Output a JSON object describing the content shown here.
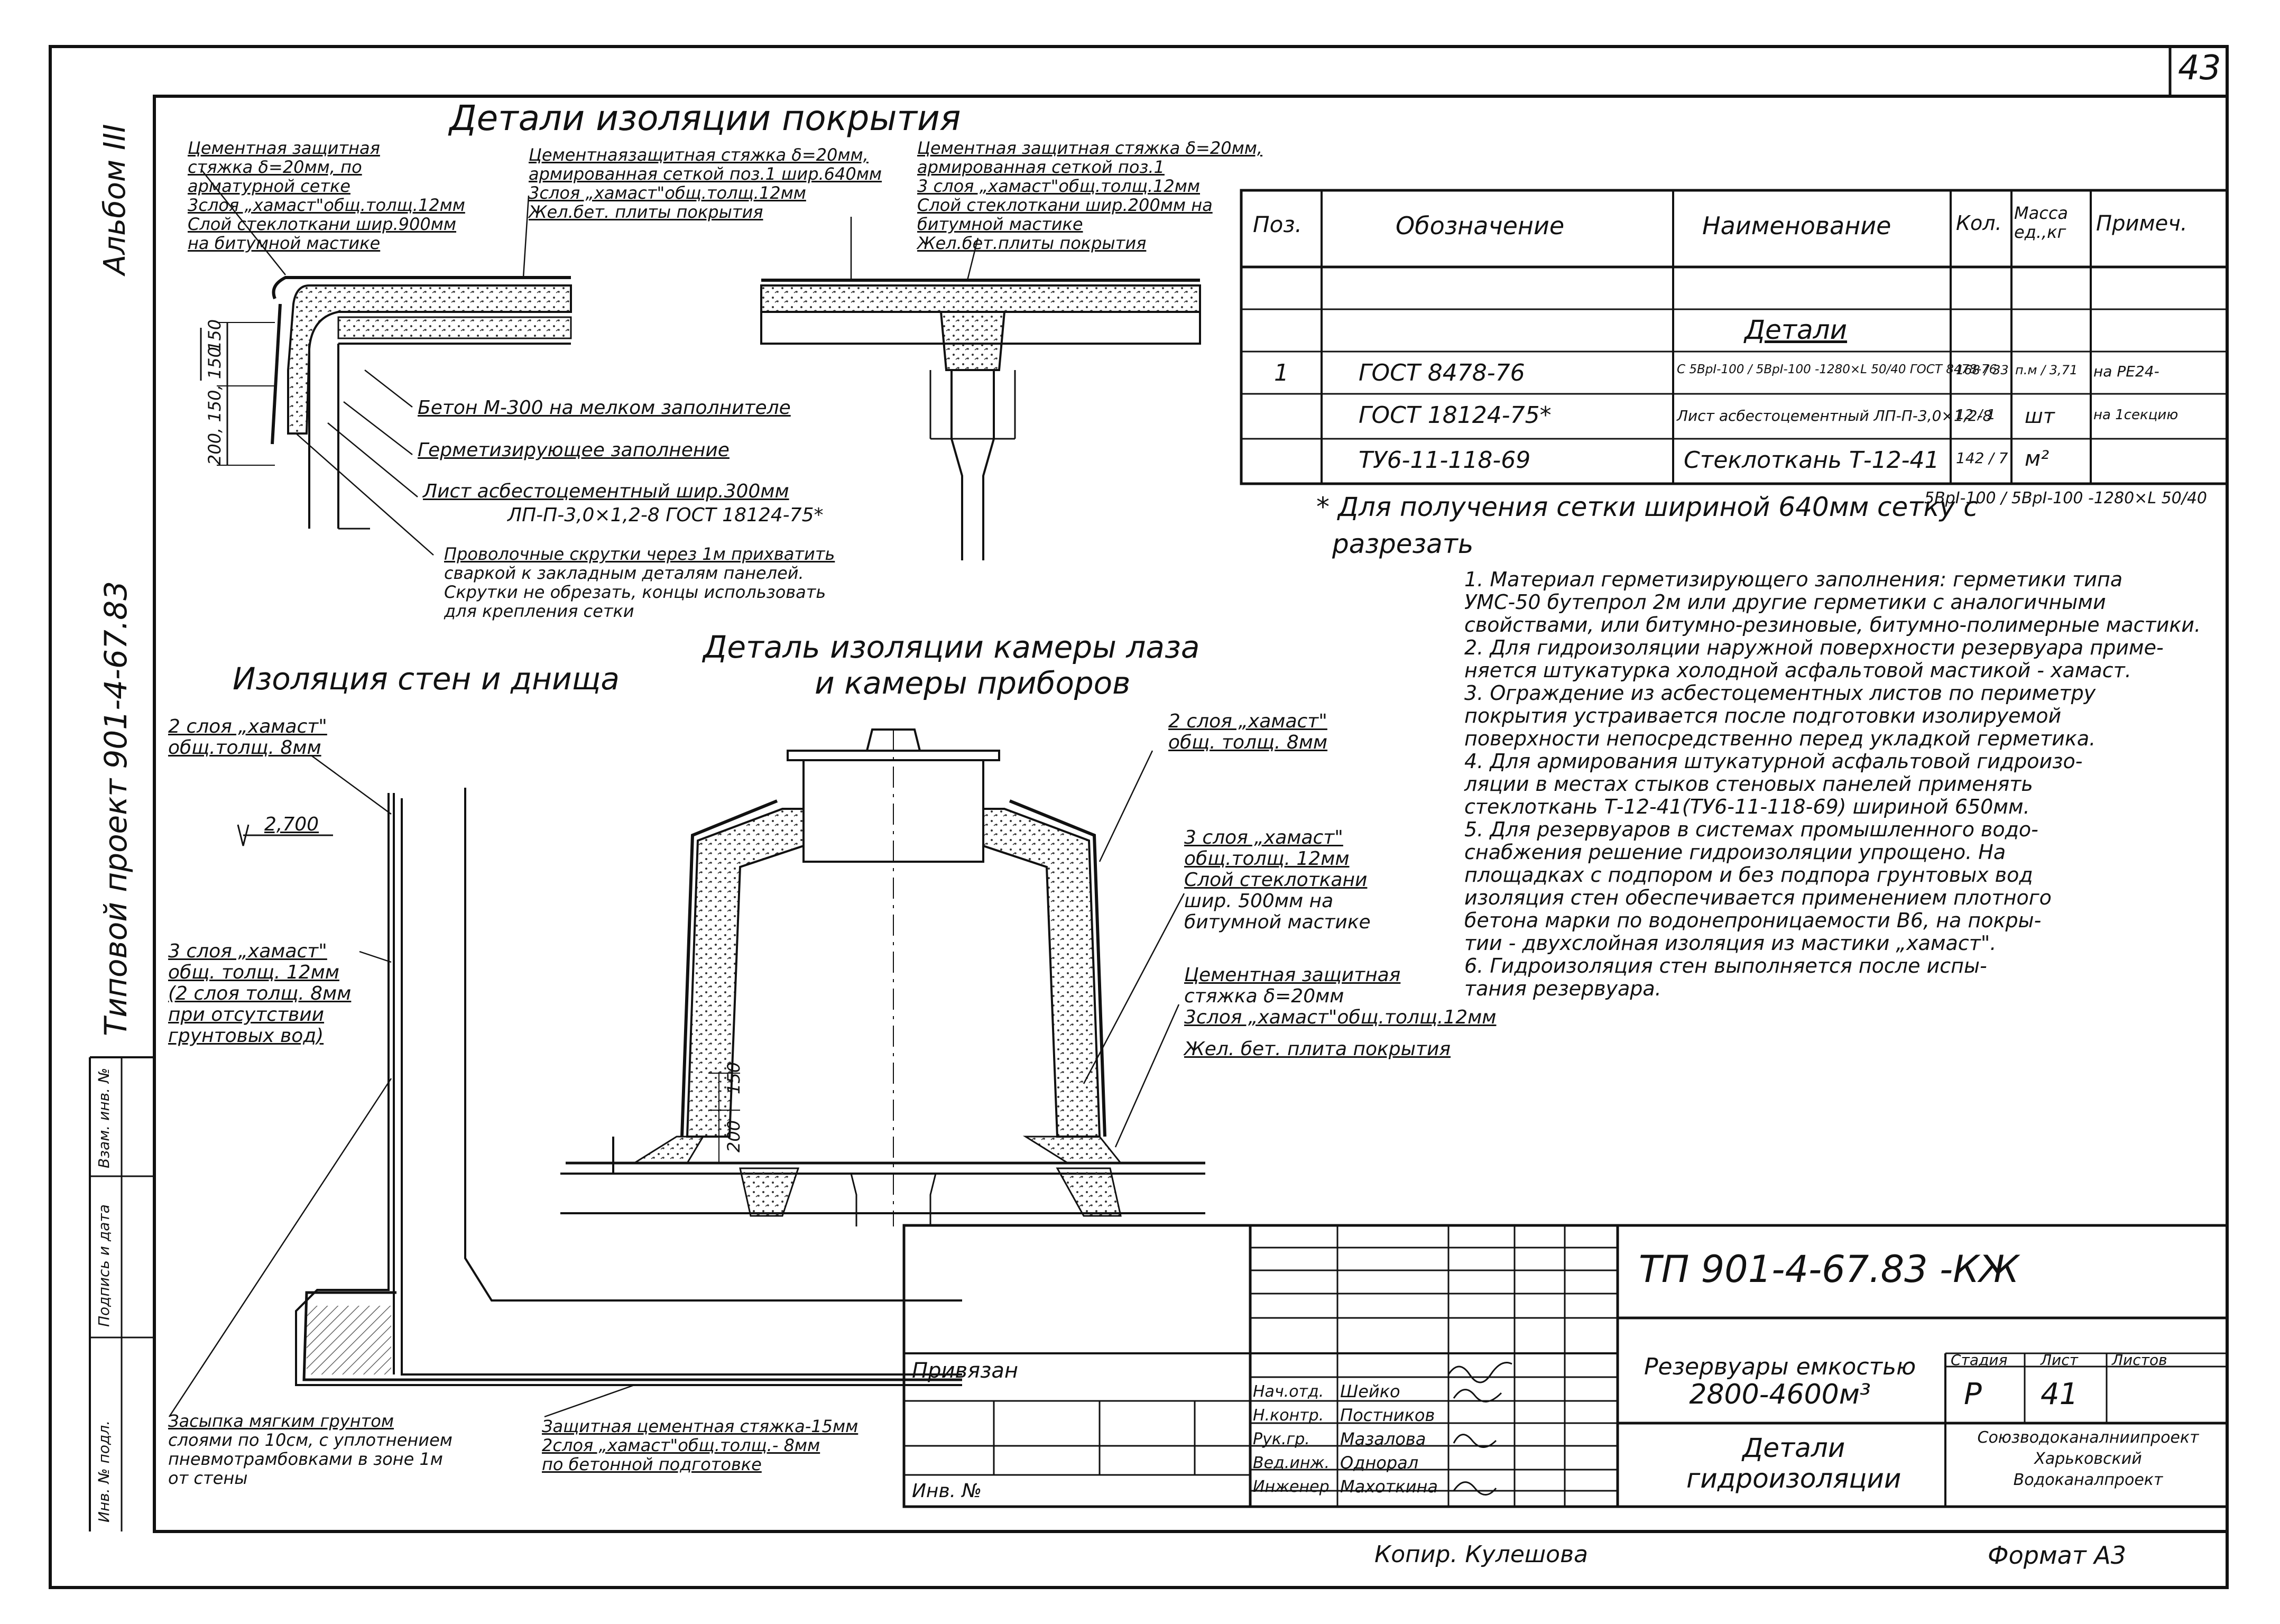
{
  "page_number": "43",
  "side": {
    "album": "Альбом III",
    "project": "Типовой проект 901-4-67.83",
    "stamps": [
      "Инв. № подл.",
      "Подпись и дата",
      "Взам. инв. №"
    ]
  },
  "roof": {
    "title": "Детали изоляции покрытия",
    "left_callout": [
      "Цементная защитная",
      "стяжка δ=20мм, по",
      "арматурной сетке",
      "3слоя „хамаст\"общ.толщ.12мм",
      "Слой стеклоткани шир.900мм",
      "на битумной мастике"
    ],
    "mid_callout": [
      "Цементнаязащитная стяжка δ=20мм,",
      "армированная сеткой поз.1 шир.640мм",
      "3слоя „хамаст\"общ.толщ.12мм",
      "Жел.бет. плиты покрытия"
    ],
    "right_callout": [
      "Цементная защитная стяжка δ=20мм,",
      "армированная сеткой поз.1",
      "3 слоя „хамаст\"общ.толщ.12мм",
      "Слой стеклоткани шир.200мм на",
      "битумной мастике",
      "Жел.бет.плиты покрытия"
    ],
    "dims": [
      "150",
      "200, 150, 150"
    ],
    "leaders": [
      "Бетон М-300 на мелком заполнителе",
      "Герметизирующее заполнение",
      "Лист асбестоцементный шир.300мм",
      "ЛП-П-3,0×1,2-8 ГОСТ 18124-75*",
      "Проволочные скрутки через 1м прихватить",
      "сваркой к закладным деталям панелей.",
      "Скрутки не обрезать, концы использовать",
      "для крепления сетки"
    ]
  },
  "spec_table": {
    "headers": [
      "Поз.",
      "Обозначение",
      "Наименование",
      "Кол.",
      "Масса ед.,кг",
      "Примеч."
    ],
    "section": "Детали",
    "rows": [
      [
        "1",
        "ГОСТ 8478-76",
        "С 5ВрI-100 / 5ВрI-100 -1280×L 50/40 ГОСТ 8478-76",
        "168 / 33",
        "п.м / 3,71",
        "на PE24-"
      ],
      [
        "",
        "ГОСТ 18124-75*",
        "Лист асбестоцементный ЛП-П-3,0×1,2-8",
        "12 / 1",
        "шт",
        "на 1секцию"
      ],
      [
        "",
        "ТУ6-11-118-69",
        "Стеклоткань Т-12-41",
        "142 / 7",
        "м²",
        ""
      ]
    ]
  },
  "footnote": [
    "* Для получения сетки шириной 640мм сетку с",
    "5ВрI-100 / 5ВрI-100 -1280×L 50/40",
    "разрезать"
  ],
  "notes": [
    "1. Материал герметизирующего заполнения: герметики типа",
    "УМС-50 бутепрол 2м или другие герметики с аналогичными",
    "свойствами, или битумно-резиновые, битумно-полимерные мастики.",
    "2. Для гидроизоляции наружной поверхности резервуара приме-",
    "няется штукатурка холодной асфальтовой мастикой - хамаст.",
    "3. Ограждение из асбестоцементных листов по периметру",
    "покрытия устраивается после подготовки изолируемой",
    "поверхности непосредственно перед укладкой герметика.",
    "4. Для армирования штукатурной асфальтовой гидроизо-",
    "ляции в местах стыков стеновых панелей применять",
    "стеклоткань Т-12-41(ТУ6-11-118-69) шириной 650мм.",
    "5. Для резервуаров в системах промышленного водо-",
    "снабжения решение гидроизоляции упрощено. На",
    "площадках с подпором и без подпора грунтовых вод",
    "изоляция стен обеспечивается применением плотного",
    "бетона марки по водонепроницаемости В6, на покры-",
    "тии - двухслойная изоляция из мастики „хамаст\".",
    "6. Гидроизоляция стен выполняется после испы-",
    "тания резервуара."
  ],
  "wall": {
    "title": "Изоляция стен и днища",
    "top_label": [
      "2 слоя „хамаст\"",
      "общ.толщ. 8мм"
    ],
    "elev": "2,700",
    "mid_label": [
      "3 слоя „хамаст\"",
      "общ. толщ. 12мм",
      "(2 слоя толщ. 8мм",
      "при отсутствии",
      "грунтовых вод)"
    ],
    "backfill": [
      "Засыпка мягким грунтом",
      "слоями по 10см, с уплотнением",
      "пневмотрамбовками в зоне 1м",
      "от стены"
    ],
    "bottom": [
      "Защитная цементная стяжка-15мм",
      "2слоя „хамаст\"общ.толщ.- 8мм",
      "по бетонной подготовке"
    ]
  },
  "hatch": {
    "title": [
      "Деталь изоляции камеры лаза",
      "и камеры приборов"
    ],
    "right_top": [
      "2 слоя „хамаст\"",
      "общ. толщ. 8мм"
    ],
    "right_mid": [
      "3 слоя „хамаст\"",
      "общ.толщ. 12мм",
      "Слой стеклоткани",
      "шир. 500мм на",
      "битумной мастике"
    ],
    "right_low": [
      "Цементная защитная",
      "стяжка δ=20мм",
      "3слоя „хамаст\"общ.толщ.12мм",
      "Жел. бет. плита покрытия"
    ],
    "dims": [
      "150",
      "200"
    ]
  },
  "title_block": {
    "code": "ТП 901-4-67.83 -КЖ",
    "privyazan": "Привязан",
    "inv": "Инв. №",
    "roles": [
      "Нач.отд.",
      "Н.контр.",
      "Рук.гр.",
      "Вед.инж.",
      "Инженер"
    ],
    "names": [
      "Шейко",
      "Постников",
      "Мазалова",
      "Однорал",
      "Махоткина"
    ],
    "object": [
      "Резервуары емкостью",
      "2800-4600м³"
    ],
    "sheet_title": [
      "Детали",
      "гидроизоляции"
    ],
    "stage_h": "Стадия",
    "sheet_h": "Лист",
    "sheets_h": "Листов",
    "stage": "Р",
    "sheet": "41",
    "org": [
      "Союзводоканалниипроект",
      "Харьковский",
      "Водоканалпроект"
    ]
  },
  "footer": {
    "copied": "Копир. Кулешова",
    "format": "Формат А3"
  }
}
